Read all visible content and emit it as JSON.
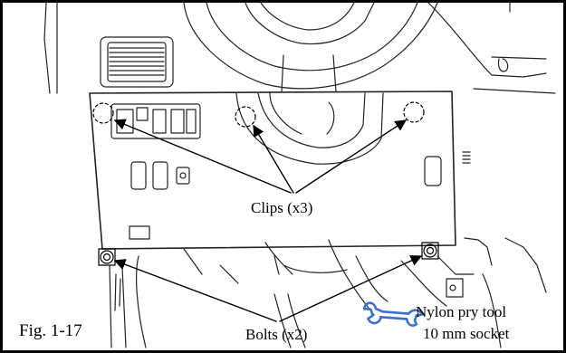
{
  "figure": {
    "caption": "Fig. 1-17"
  },
  "callouts": {
    "clips": "Clips (x3)",
    "bolts": "Bolts (x2)"
  },
  "tools": {
    "line1": "Nylon pry tool",
    "line2": "10 mm socket",
    "icon": "wrench-icon",
    "icon_color": "#3b6fd6"
  }
}
